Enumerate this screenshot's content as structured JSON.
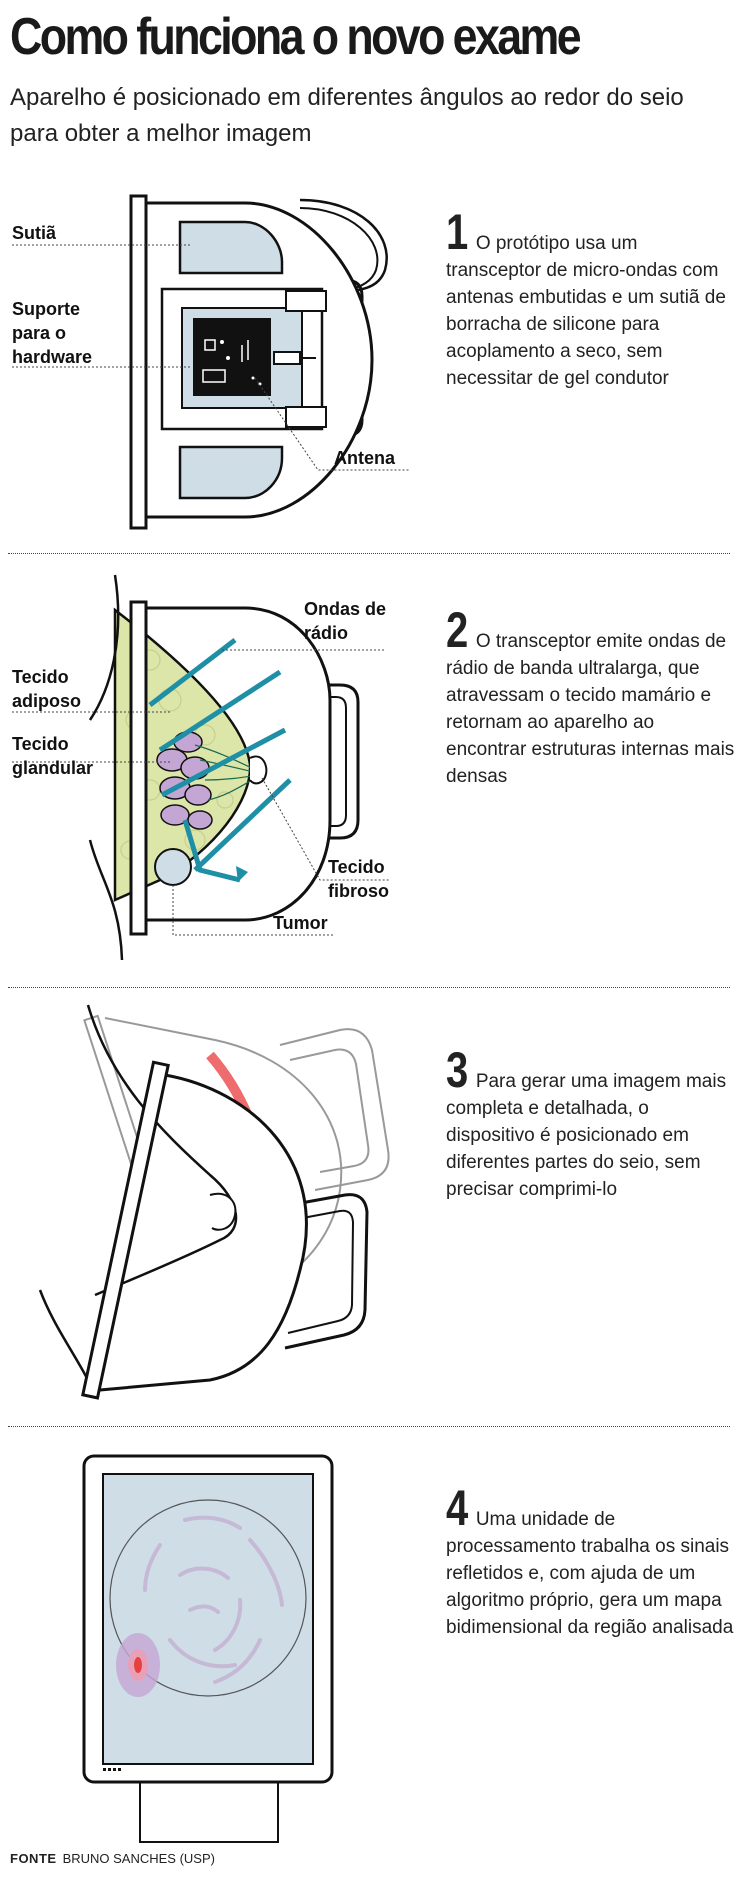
{
  "header": {
    "title": "Como funciona o novo exame",
    "subtitle": "Aparelho é posicionado em diferentes ângulos ao redor do seio para obter a melhor imagem"
  },
  "panels": [
    {
      "number": "1",
      "text": "O protótipo usa um transceptor de micro-ondas com antenas embutidas e um sutiã de borracha de silicone para acoplamento a seco, sem necessitar de gel condutor",
      "labels": {
        "sutia": "Sutiã",
        "suporte": "Suporte para o hardware",
        "antena": "Antena"
      }
    },
    {
      "number": "2",
      "text": "O transceptor emite ondas de rádio de banda ultralarga, que atravessam o tecido mamário e retornam ao aparelho ao encontrar estruturas internas mais densas",
      "labels": {
        "ondas": "Ondas de rádio",
        "adiposo": "Tecido adiposo",
        "glandular": "Tecido glandular",
        "fibroso": "Tecido fibroso",
        "tumor": "Tumor"
      }
    },
    {
      "number": "3",
      "text": "Para gerar uma imagem mais completa e detalhada, o dispositivo é posicionado em diferentes partes do seio, sem precisar comprimi-lo"
    },
    {
      "number": "4",
      "text": "Uma unidade de processamento trabalha os sinais refletidos e, com ajuda de um algoritmo próprio, gera um mapa bidimensional da região analisada"
    }
  ],
  "source": {
    "label": "FONTE",
    "value": "BRUNO SANCHES (USP)"
  },
  "colors": {
    "wave": "#1f8fa6",
    "arrow": "#ee6b6e",
    "screen": "#cfdde6",
    "cup": "#cfdde6",
    "fat": "#dde6a9",
    "gland": "#c4a6d4",
    "hotspot": "#e8403c"
  }
}
